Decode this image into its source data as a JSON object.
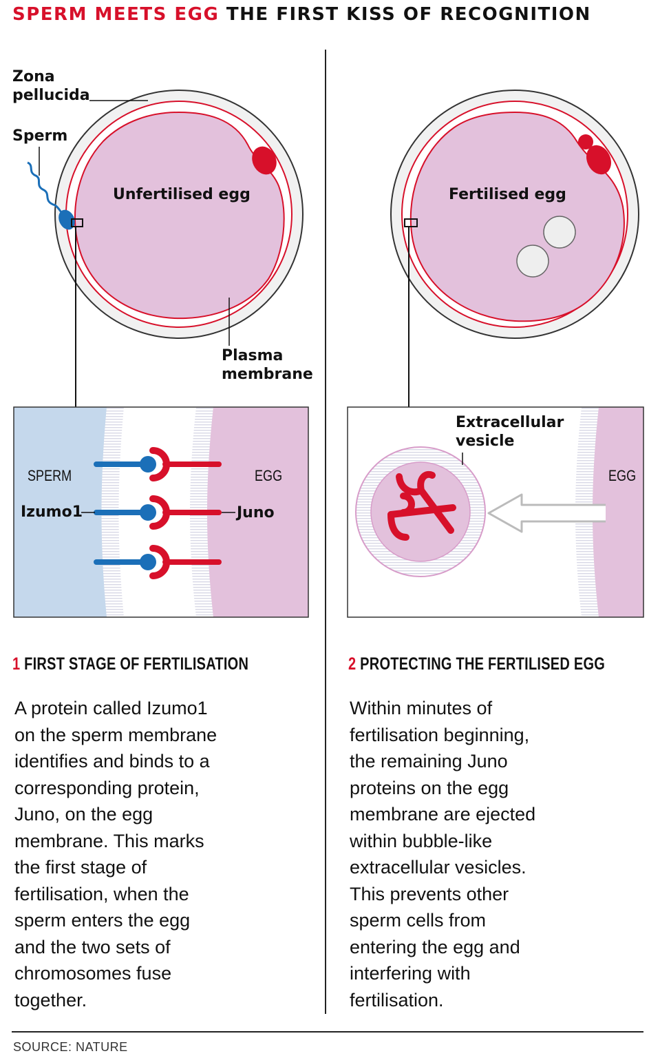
{
  "title": {
    "highlight": "SPERM MEETS EGG",
    "rest": "THE FIRST KISS OF RECOGNITION"
  },
  "labels": {
    "zona": "Zona\npellucida",
    "sperm": "Sperm",
    "unfertilised_egg": "Unfertilised egg",
    "plasma_membrane": "Plasma\nmembrane",
    "fertilised_egg": "Fertilised egg",
    "extracellular_vesicle": "Extracellular\nvesicle",
    "sperm_box": "SPERM",
    "egg_box_left": "EGG",
    "egg_box_right": "EGG",
    "izumo1": "Izumo1",
    "juno": "Juno"
  },
  "steps": [
    {
      "number": "1",
      "heading": "FIRST STAGE OF FERTILISATION",
      "text": "A protein called Izumo1\non the sperm membrane\nidentifies and binds to a\ncorresponding protein,\nJuno, on the egg\nmembrane. This marks\nthe first stage of\nfertilisation, when the\nsperm enters the egg\nand the two sets of\nchromosomes fuse\ntogether."
    },
    {
      "number": "2",
      "heading": "PROTECTING THE FERTILISED EGG",
      "text": "Within minutes of\nfertilisation beginning,\nthe remaining Juno\nproteins on the egg\nmembrane are ejected\nwithin bubble-like\nextracellular vesicles.\nThis prevents other\nsperm cells from\nentering the egg and\ninterfering with\nfertilisation."
    }
  ],
  "source": "SOURCE: NATURE",
  "colors": {
    "accent_red": "#d7102a",
    "egg_pink": "#e3c1dc",
    "sperm_blue": "#1b6fb8",
    "sperm_box_blue": "#c5d8ec",
    "zona_grey": "#f0f0f0"
  }
}
